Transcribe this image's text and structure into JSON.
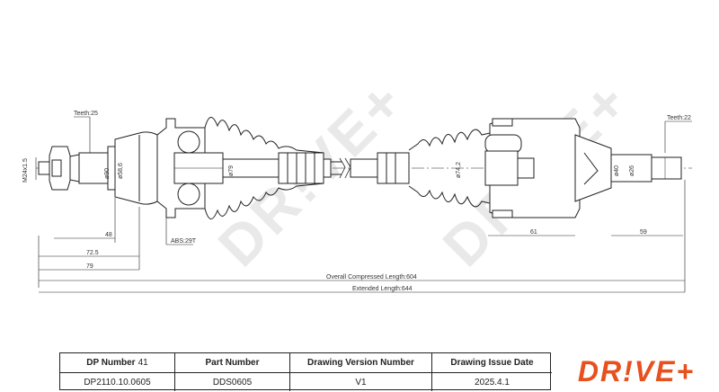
{
  "drawing": {
    "dimensions": {
      "thread": "M24x1.5",
      "teeth_left": "Teeth:25",
      "teeth_right": "Teeth:22",
      "dia_90": "ø90",
      "dia_58": "ø58,6",
      "dia_79": "ø79",
      "dia_74": "ø74,2",
      "dia_40": "ø40",
      "dia_26": "ø26",
      "len_48": "48",
      "len_72": "72.5",
      "len_79": "79",
      "len_61": "61",
      "len_59": "59",
      "abs": "ABS:29T",
      "overall": "Overall Compressed Length:604",
      "extended": "Extended Length:644"
    },
    "watermark": "DR!VE+"
  },
  "title_block": {
    "dp_number_label": "DP Number",
    "dp_number_count": "41",
    "part_number_label": "Part Number",
    "drawing_version_label": "Drawing Version Number",
    "issue_date_label": "Drawing Issue Date",
    "dp_number": "DP2110.10.0605",
    "part_number": "DDS0605",
    "drawing_version": "V1",
    "issue_date": "2025.4.1"
  },
  "logo": {
    "text": "DR!VE+",
    "color": "#e8501e"
  }
}
